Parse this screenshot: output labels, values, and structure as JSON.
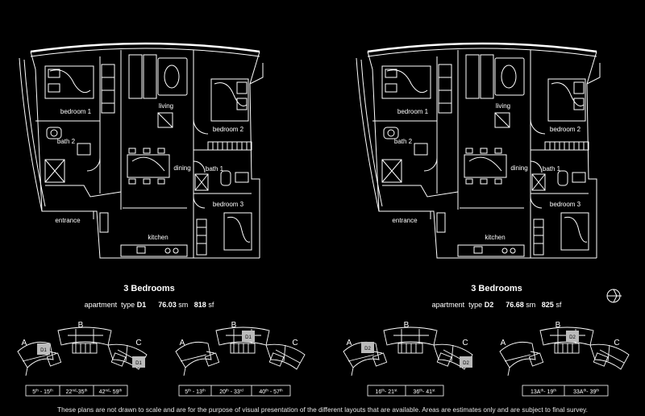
{
  "plans": [
    {
      "rooms": {
        "bedroom1": "bedroom 1",
        "bath2": "bath 2",
        "living": "living",
        "bedroom2": "bedroom 2",
        "dining": "dining",
        "bath1": "bath 1",
        "bedroom3": "bedroom 3",
        "entrance": "entrance",
        "kitchen": "kitchen"
      },
      "title": "3 Bedrooms",
      "spec": {
        "prefix": "apartment  type ",
        "type": "D1",
        "sm": "76.03",
        "sm_unit": " sm",
        "sf": "818",
        "sf_unit": " sf"
      },
      "keyplans": [
        {
          "wings": {
            "a": "A",
            "b": "B",
            "c": "C"
          },
          "markers": [
            "D1",
            "D1"
          ],
          "floors": [
            [
              "5",
              "th",
              " - 15",
              "th"
            ],
            [
              "22",
              "nd",
              "-35",
              "th"
            ],
            [
              "42",
              "nd",
              "- 59",
              "th"
            ]
          ]
        },
        {
          "wings": {
            "a": "A",
            "b": "B",
            "c": "C"
          },
          "markers": [
            "D1"
          ],
          "floors": [
            [
              "5",
              "th",
              " - 13",
              "th"
            ],
            [
              "20",
              "th",
              " - 33",
              "rd"
            ],
            [
              "40",
              "th",
              " - 57",
              "th"
            ]
          ]
        }
      ]
    },
    {
      "rooms": {
        "bedroom1": "bedroom 1",
        "bath2": "bath 2",
        "living": "living",
        "bedroom2": "bedroom 2",
        "dining": "dining",
        "bath1": "bath 1",
        "bedroom3": "bedroom 3",
        "entrance": "entrance",
        "kitchen": "kitchen"
      },
      "title": "3 Bedrooms",
      "spec": {
        "prefix": "apartment  type ",
        "type": "D2",
        "sm": "76.68",
        "sm_unit": " sm",
        "sf": "825",
        "sf_unit": " sf"
      },
      "keyplans": [
        {
          "wings": {
            "a": "A",
            "b": "B",
            "c": "C"
          },
          "markers": [
            "D2",
            "D2"
          ],
          "floors": [
            [
              "16",
              "th",
              "- 21",
              "st"
            ],
            [
              "36",
              "th",
              "- 41",
              "st"
            ]
          ]
        },
        {
          "wings": {
            "a": "A",
            "b": "B",
            "c": "C"
          },
          "markers": [
            "D2"
          ],
          "floors": [
            [
              "13A",
              "th",
              "- 19",
              "th"
            ],
            [
              "33A",
              "th",
              "- 39",
              "th"
            ]
          ]
        }
      ]
    }
  ],
  "compass_icon": "north-arrow-icon",
  "footer": "These plans are not drawn to scale and are for the purpose of visual presentation of the different layouts that are available. Areas are estimates only and are subject to final survey."
}
